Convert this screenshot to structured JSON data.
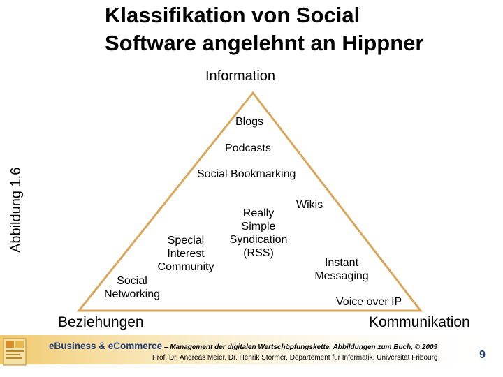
{
  "title": {
    "line1": "Klassifikation von Social",
    "line2": "Software angelehnt an Hippner"
  },
  "side_label": "Abbildung 1.6",
  "apex_label": "Information",
  "corner_left": "Beziehungen",
  "corner_right": "Kommunikation",
  "items": {
    "blogs": "Blogs",
    "podcasts": "Podcasts",
    "social_bookmarking": "Social Bookmarking",
    "wikis": "Wikis",
    "rss": [
      "Really",
      "Simple",
      "Syndication",
      "(RSS)"
    ],
    "sic": [
      "Special",
      "Interest",
      "Community"
    ],
    "social_networking": [
      "Social",
      "Networking"
    ],
    "instant_messaging": [
      "Instant",
      "Messaging"
    ],
    "voice_over_ip": "Voice over IP"
  },
  "footer": {
    "brand": "eBusiness & eCommerce",
    "subtitle": " – Management der digitalen Wertschöpfungskette, Abbildungen zum Buch, © 2009",
    "authors": "Prof. Dr. Andreas Meier, Dr. Henrik Stormer, Departement für Informatik, Universität Fribourg",
    "page_number": "9"
  },
  "colors": {
    "triangle": "#d9a75a",
    "footer_band": "#f0c25a",
    "brand": "#1f3e7a"
  }
}
